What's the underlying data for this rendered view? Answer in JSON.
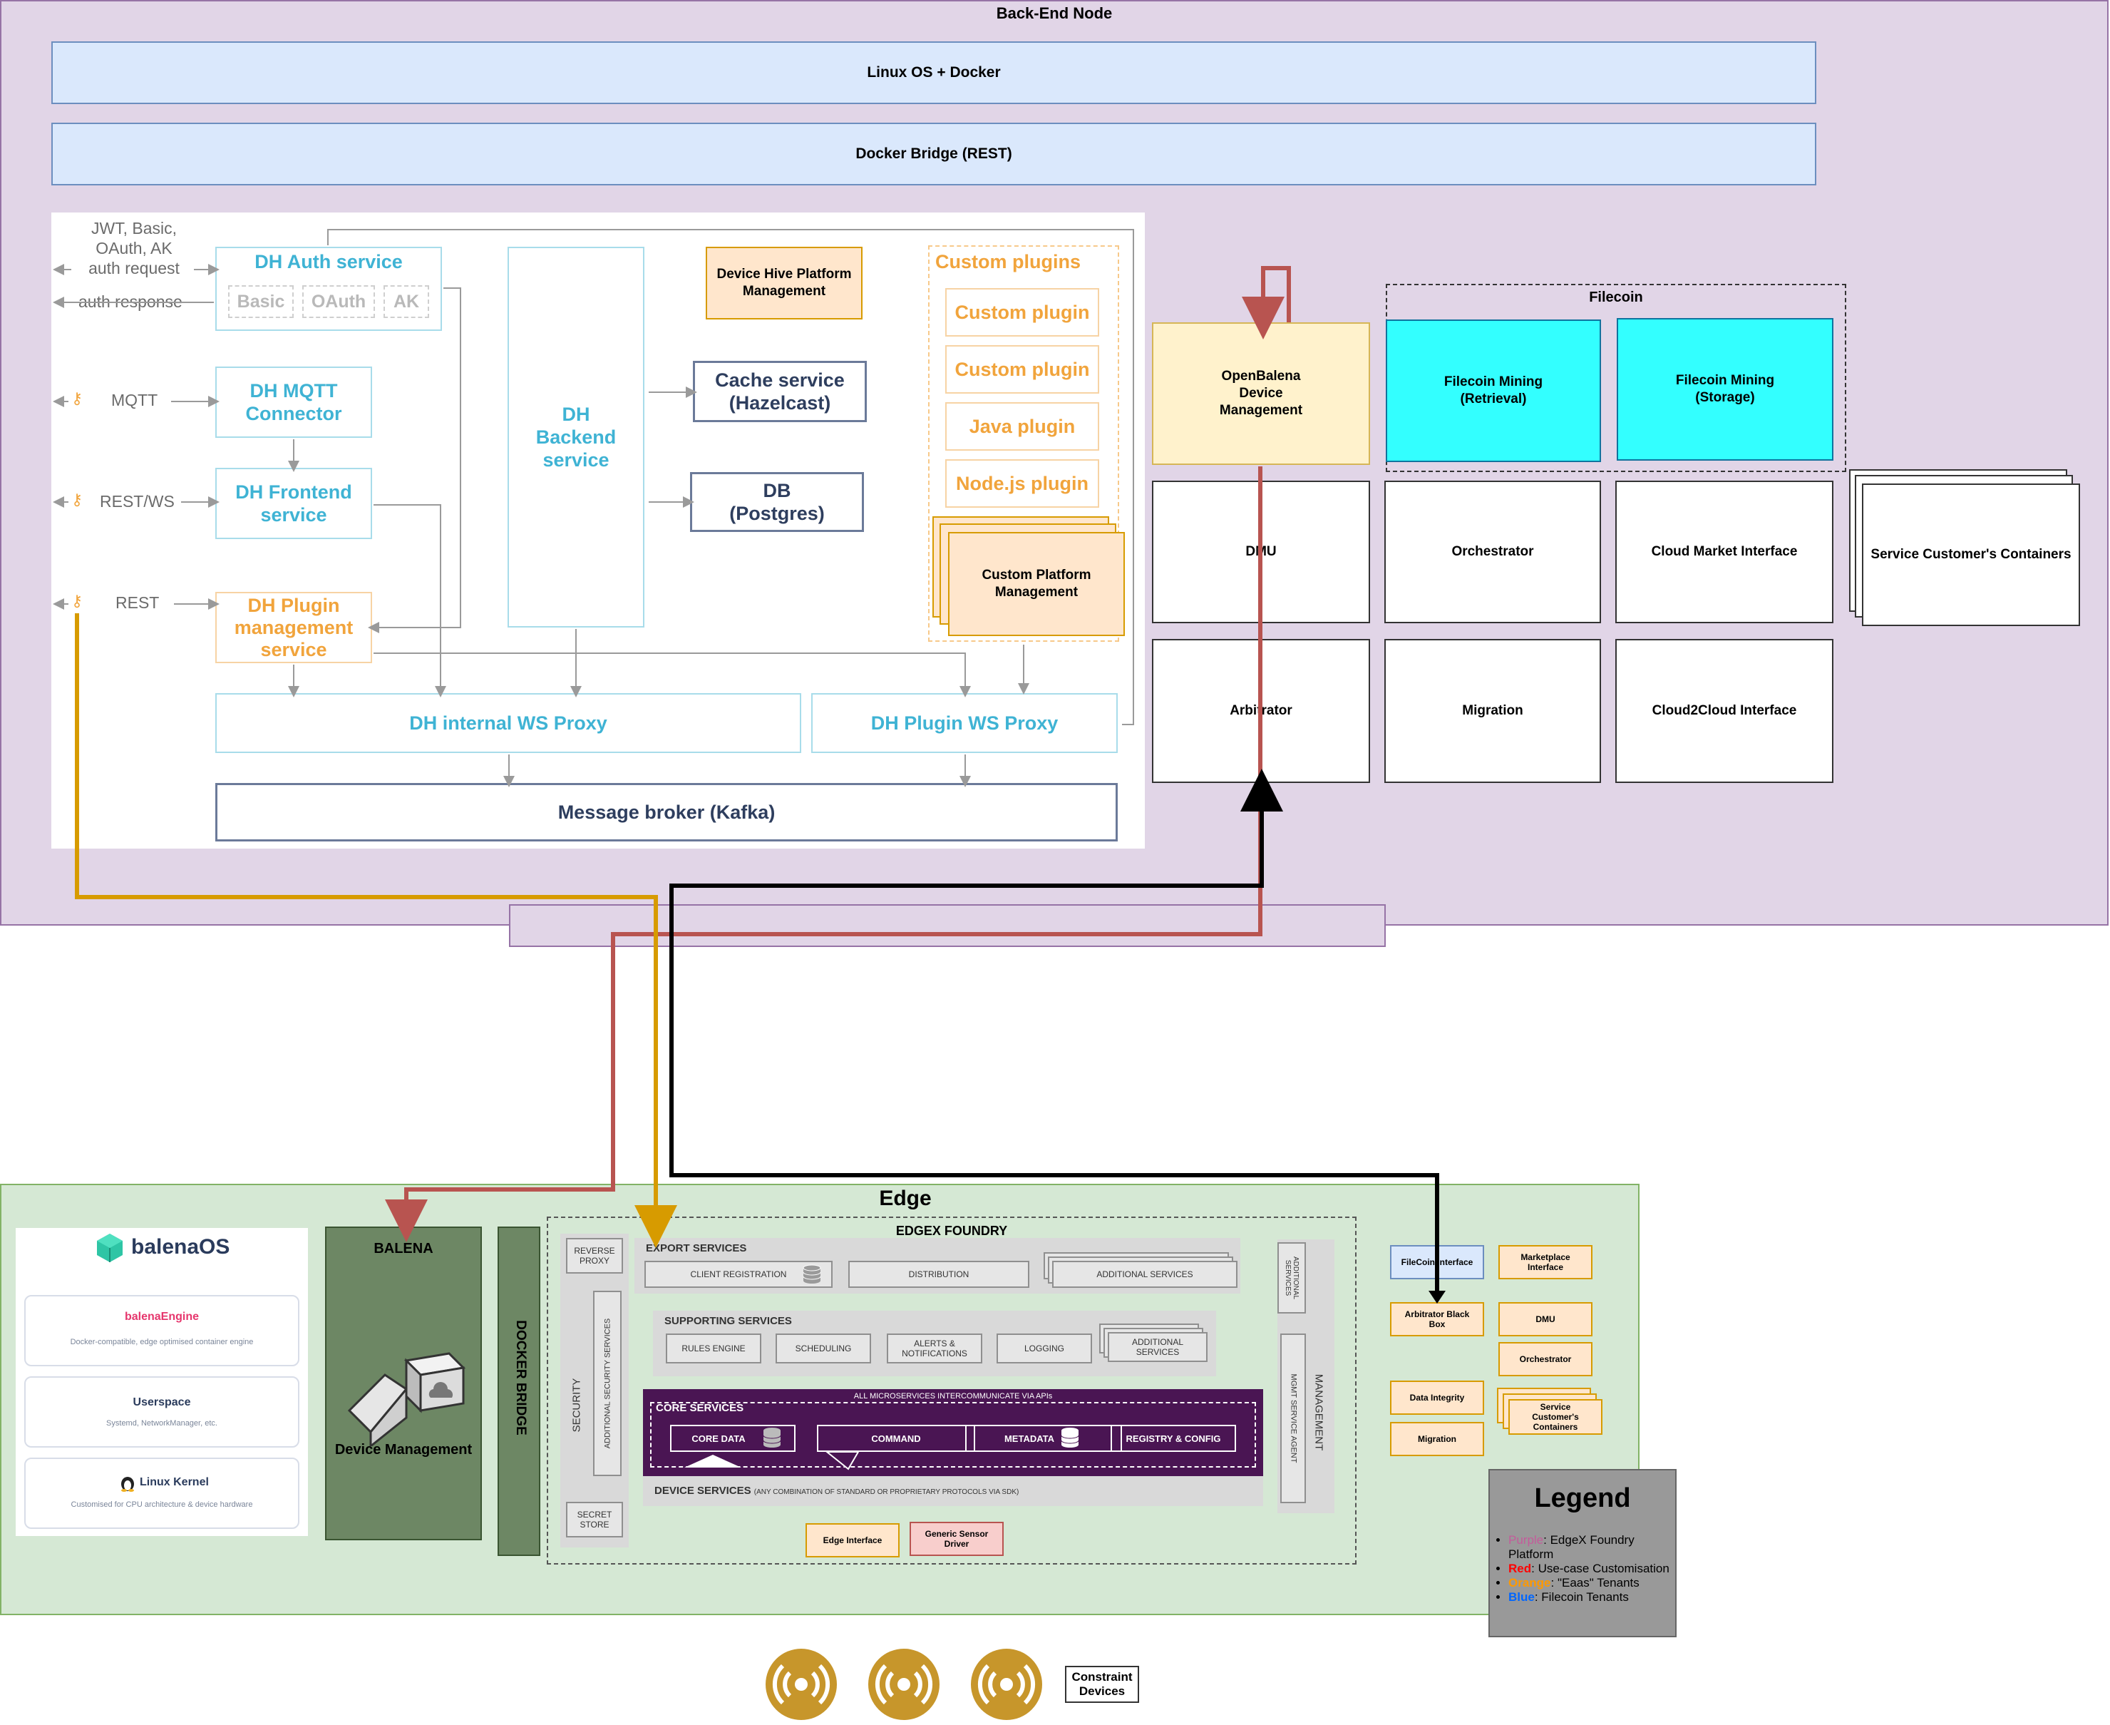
{
  "backend": {
    "title": "Back-End Node",
    "linux": "Linux OS + Docker",
    "docker_bridge": "Docker Bridge (REST)"
  },
  "dh": {
    "auth_request": "JWT, Basic,\nOAuth, AK\nauth request",
    "auth_response": "auth response",
    "mqtt": "MQTT",
    "rest_ws": "REST/WS",
    "rest": "REST",
    "auth_service": "DH Auth service",
    "auth_basic": "Basic",
    "auth_oauth": "OAuth",
    "auth_ak": "AK",
    "mqtt_connector": "DH MQTT\nConnector",
    "frontend": "DH Frontend\nservice",
    "plugin_mgmt": "DH Plugin\nmanagement\nservice",
    "backend": "DH\nBackend\nservice",
    "cache": "Cache service\n(Hazelcast)",
    "db": "DB\n(Postgres)",
    "platform_mgmt": "Device Hive Platform\nManagement",
    "custom_plugins_title": "Custom plugins",
    "plugins": [
      "Custom plugin",
      "Custom plugin",
      "Java plugin",
      "Node.js plugin"
    ],
    "custom_platform_mgmt": "Custom Platform\nManagement",
    "internal_ws": "DH internal WS Proxy",
    "plugin_ws": "DH Plugin WS Proxy",
    "broker": "Message broker (Kafka)"
  },
  "right": {
    "openbalena": "OpenBalena\nDevice\nManagement",
    "filecoin_title": "Filecoin",
    "fc_retrieval": "Filecoin Mining\n(Retrieval)",
    "fc_storage": "Filecoin Mining\n(Storage)",
    "dmu": "DMU",
    "orchestrator": "Orchestrator",
    "cloud_market": "Cloud Market Interface",
    "service_containers": "Service Customer's Containers",
    "arbitrator": "Arbitrator",
    "migration": "Migration",
    "cloud2cloud": "Cloud2Cloud Interface"
  },
  "edge": {
    "title": "Edge",
    "balenaos_brand": "balenaOS",
    "engine_title": "balenaEngine",
    "engine_sub": "Docker-compatible, edge optimised container engine",
    "userspace_title": "Userspace",
    "userspace_sub": "Systemd, NetworkManager, etc.",
    "kernel_title": "Linux Kernel",
    "kernel_sub": "Customised for CPU architecture & device hardware",
    "balena": "BALENA",
    "device_management": "Device Management",
    "docker_bridge": "DOCKER BRIDGE",
    "edgex_title": "EDGEX FOUNDRY",
    "reverse_proxy": "REVERSE\nPROXY",
    "security": "SECURITY",
    "additional_security": "ADDITIONAL SECURITY SERVICES",
    "secret_store": "SECRET\nSTORE",
    "export_services": "EXPORT SERVICES",
    "client_registration": "CLIENT REGISTRATION",
    "distribution": "DISTRIBUTION",
    "additional_services": "ADDITIONAL SERVICES",
    "supporting_services": "SUPPORTING SERVICES",
    "rules_engine": "RULES ENGINE",
    "scheduling": "SCHEDULING",
    "alerts": "ALERTS &\nNOTIFICATIONS",
    "logging": "LOGGING",
    "additional_services_2": "ADDITIONAL\nSERVICES",
    "all_micro": "ALL MICROSERVICES INTERCOMMUNICATE VIA APIs",
    "core_services": "CORE SERVICES",
    "core_data": "CORE DATA",
    "command": "COMMAND",
    "metadata": "METADATA",
    "registry": "REGISTRY & CONFIG",
    "device_services": "DEVICE SERVICES",
    "device_services_sub": "(ANY COMBINATION OF STANDARD OR PROPRIETARY PROTOCOLS VIA SDK)",
    "management": "MANAGEMENT",
    "additional_services_v": "ADDITIONAL\nSERVICES",
    "mgmt_agent": "MGMT SERVICE AGENT",
    "edge_interface": "Edge Interface",
    "generic_sensor": "Generic Sensor\nDriver",
    "filecoin_interface": "FileCoin Interface",
    "marketplace_interface": "Marketplace\nInterface",
    "arbitrator_bb": "Arbitrator Black\nBox",
    "dmu": "DMU",
    "orchestrator": "Orchestrator",
    "data_integrity": "Data Integrity",
    "migration": "Migration",
    "service_containers": "Service\nCustomer's\nContainers"
  },
  "legend": {
    "title": "Legend",
    "items": [
      {
        "key": "Purple",
        "text": ": EdgeX Foundry Platform",
        "color": "#c45b9a"
      },
      {
        "key": "Red",
        "text": ": Use-case Customisation",
        "color": "#ff0000"
      },
      {
        "key": "Orange",
        "text": ": \"Eaas\" Tenants",
        "color": "#ff9900"
      },
      {
        "key": "Blue",
        "text": ": Filecoin Tenants",
        "color": "#0066ff"
      }
    ]
  },
  "constraint_devices": "Constraint\nDevices",
  "colors": {
    "red_line": "#b85450",
    "gold_line": "#d79b00",
    "black_line": "#000000"
  },
  "icons": [
    "antenna-icon",
    "balena-cube-icon",
    "linux-tux-icon",
    "key-icon",
    "database-icon",
    "device-icon"
  ]
}
